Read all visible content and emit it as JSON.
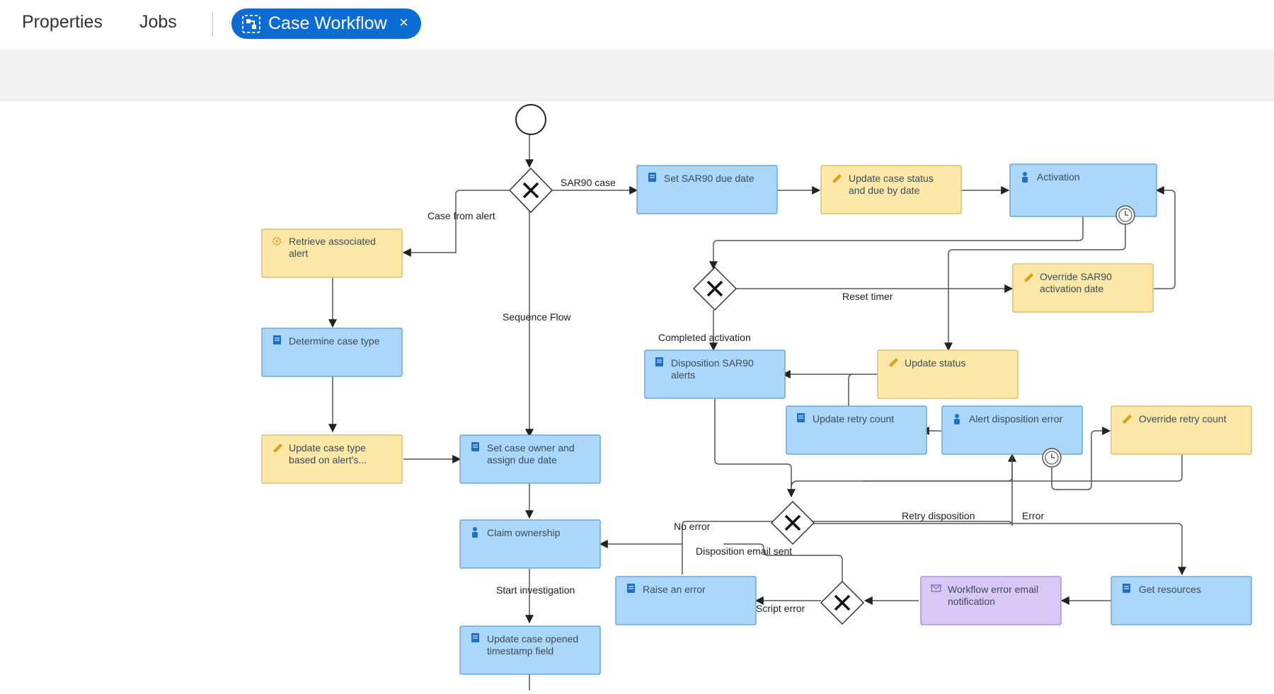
{
  "tabs": {
    "properties": "Properties",
    "jobs": "Jobs",
    "active": {
      "label": "Case Workflow",
      "icon": "workflow-icon",
      "close": "×"
    }
  },
  "colors": {
    "accent": "#0b6dd3",
    "task_blue": "#aad7fb",
    "task_blue_border": "#6aa8da",
    "task_yellow": "#fde8a8",
    "task_yellow_border": "#dcc071",
    "task_purple": "#d8c8f7",
    "task_purple_border": "#a993d8"
  },
  "nodes": {
    "set_sar90": {
      "lines": [
        "Set SAR90 due date"
      ],
      "icon": "script-icon"
    },
    "update_status_due": {
      "lines": [
        "Update case status",
        "and due by date"
      ],
      "icon": "pencil-icon"
    },
    "activation": {
      "lines": [
        "Activation"
      ],
      "icon": "user-icon"
    },
    "retrieve_alert": {
      "lines": [
        "Retrieve associated",
        "alert"
      ],
      "icon": "gear-icon"
    },
    "override_activation": {
      "lines": [
        "Override SAR90",
        "activation date"
      ],
      "icon": "pencil-icon"
    },
    "determine_type": {
      "lines": [
        "Determine case type"
      ],
      "icon": "script-icon"
    },
    "disposition": {
      "lines": [
        "Disposition SAR90",
        "alerts"
      ],
      "icon": "script-icon"
    },
    "update_status": {
      "lines": [
        "Update status"
      ],
      "icon": "pencil-icon"
    },
    "update_retry": {
      "lines": [
        "Update retry count"
      ],
      "icon": "script-icon"
    },
    "alert_error": {
      "lines": [
        "Alert disposition error"
      ],
      "icon": "user-icon"
    },
    "override_retry": {
      "lines": [
        "Override retry count"
      ],
      "icon": "pencil-icon"
    },
    "update_type": {
      "lines": [
        "Update case type",
        "based on alert's..."
      ],
      "icon": "pencil-icon"
    },
    "set_owner": {
      "lines": [
        "Set case owner and",
        "assign due date"
      ],
      "icon": "script-icon"
    },
    "claim": {
      "lines": [
        "Claim ownership"
      ],
      "icon": "user-icon"
    },
    "raise_error": {
      "lines": [
        "Raise an error"
      ],
      "icon": "script-icon"
    },
    "error_email": {
      "lines": [
        "Workflow error email",
        "notification"
      ],
      "icon": "mail-icon"
    },
    "get_resources": {
      "lines": [
        "Get resources"
      ],
      "icon": "script-icon"
    },
    "update_opened": {
      "lines": [
        "Update case opened",
        "timestamp field"
      ],
      "icon": "script-icon"
    }
  },
  "edge_labels": {
    "sar90": "SAR90 case",
    "case_from_alert": "Case from alert",
    "sequence_flow": "Sequence Flow",
    "reset_timer": "Reset timer",
    "completed_activation": "Completed activation",
    "retry_disposition": "Retry disposition",
    "error": "Error",
    "no_error": "No error",
    "disposition_email_sent": "Disposition email sent",
    "start_investigation": "Start investigation",
    "script_error": "Script error"
  }
}
